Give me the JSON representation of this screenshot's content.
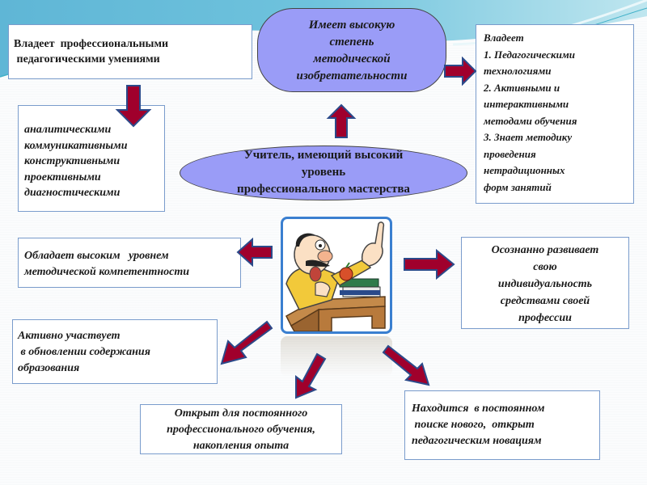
{
  "center": {
    "label_lines": [
      "Учитель, имеющий высокий",
      "уровень",
      "профессионального мастерства"
    ]
  },
  "top_oval": {
    "label_lines": [
      "Имеет высокую",
      "степень",
      "методической",
      "изобретательности"
    ]
  },
  "top_left_box": {
    "lines": [
      "Владеет  профессиональными",
      " педагогическими умениями"
    ]
  },
  "skills_box": {
    "lines": [
      "аналитическими",
      "коммуникативными",
      "конструктивными",
      "проективными",
      "диагностическими"
    ]
  },
  "right_box": {
    "lines": [
      "Владеет",
      "1. Педагогическими",
      "технологиями",
      "2. Активными и",
      "интерактивными",
      "методами обучения",
      "3. Знает методику",
      "проведения",
      "нетрадиционных",
      "форм занятий"
    ]
  },
  "competence_box": {
    "lines": [
      "Обладает высоким   уровнем",
      "методической компетентности"
    ]
  },
  "individuality_box": {
    "lines": [
      "Осознанно развивает",
      "свою",
      "индивидуальность",
      "средствами своей",
      "профессии"
    ]
  },
  "participation_box": {
    "lines": [
      "Активно участвует",
      " в обновлении содержания",
      "образования"
    ]
  },
  "learning_box": {
    "lines": [
      "Открыт для постоянного",
      "профессионального обучения,",
      "накопления опыта"
    ]
  },
  "innovation_box": {
    "lines": [
      "Находится  в постоянном",
      " поиске нового,  открыт",
      "педагогическим новациям"
    ]
  },
  "picture": {
    "description": "teacher-cartoon"
  },
  "colors": {
    "oval_fill": "#9a9cf7",
    "arrow_fill": "#a0002c",
    "arrow_stroke": "#2b4a8a",
    "box_border": "#7a9ccc"
  }
}
